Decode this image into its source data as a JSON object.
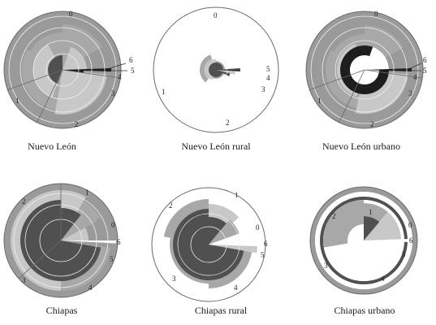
{
  "figure": {
    "colors": {
      "outer_ring": "#9a9a9a",
      "light": "#c8c8c8",
      "mid": "#a8a8a8",
      "dark": "#505050",
      "black": "#1e1e1e",
      "ring_line": "#f0f0f0",
      "border": "#6a6a6a",
      "background": "#ffffff"
    },
    "panels": [
      {
        "title": "Nuevo León",
        "labels": [
          "0",
          "6",
          "5",
          "4",
          "3",
          "2",
          "1"
        ]
      },
      {
        "title": "Nuevo León rural",
        "labels": [
          "0",
          "5",
          "4",
          "3",
          "2",
          "1"
        ]
      },
      {
        "title": "Nuevo León urbano",
        "labels": [
          "0",
          "6",
          "5",
          "4",
          "3",
          "2",
          "1"
        ]
      },
      {
        "title": "Chiapas",
        "labels": [
          "1",
          "2",
          "0",
          "6",
          "5",
          "4",
          "3"
        ]
      },
      {
        "title": "Chiapas rural",
        "labels": [
          "1",
          "2",
          "0",
          "6",
          "5",
          "4",
          "3"
        ]
      },
      {
        "title": "Chiapas urbano",
        "labels": [
          "1",
          "2",
          "0",
          "6",
          "5",
          "4",
          "3"
        ]
      }
    ]
  }
}
